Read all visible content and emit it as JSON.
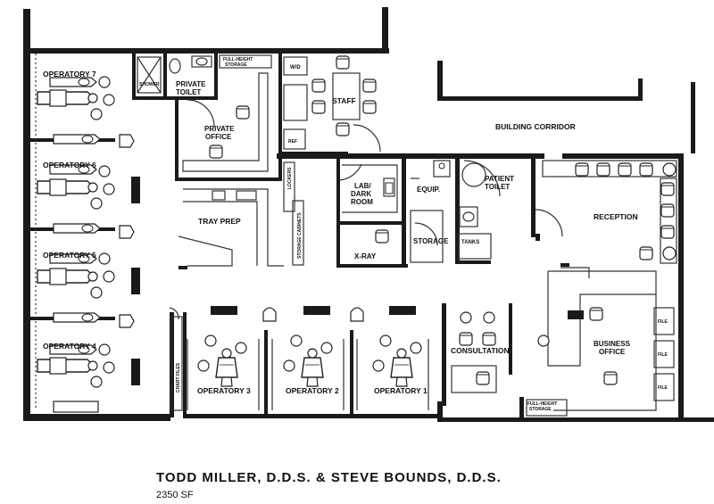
{
  "title": "TODD MILLER, D.D.S. & STEVE BOUNDS, D.D.S.",
  "area": "2350 SF",
  "labels": {
    "operatory_7": "OPERATORY 7",
    "operatory_6": "OPERATORY 6",
    "operatory_5": "OPERATORY 5",
    "operatory_4": "OPERATORY 4",
    "operatory_3": "OPERATORY 3",
    "operatory_2": "OPERATORY 2",
    "operatory_1": "OPERATORY 1",
    "shower": "SHOWER",
    "private_toilet_1": "PRIVATE",
    "private_toilet_2": "TOILET",
    "private_office_1": "PRIVATE",
    "private_office_2": "OFFICE",
    "full_height_storage_1": "FULL-HEIGHT",
    "full_height_storage_2": "STORAGE",
    "wd": "W/D",
    "staff": "STAFF",
    "ref": "REF",
    "building_corridor": "BUILDING CORRIDOR",
    "tray_prep": "TRAY PREP",
    "lockers": "LOCKERS",
    "storage_cabinets": "STORAGE CABINETS",
    "lab_1": "LAB/",
    "lab_2": "DARK",
    "lab_3": "ROOM",
    "equip": "EQUIP.",
    "patient_toilet_1": "PATIENT",
    "patient_toilet_2": "TOILET",
    "xray": "X-RAY",
    "storage": "STORAGE",
    "tanks": "TANKS",
    "reception": "RECEPTION",
    "consultation": "CONSULTATION",
    "business_1": "BUSINESS",
    "business_2": "OFFICE",
    "chart_files": "CHART FILES",
    "file": "FILE",
    "full_height_storage_b1": "FULL-HEIGHT",
    "full_height_storage_b2": "STORAGE"
  },
  "colors": {
    "wall": "#1a1a1a",
    "line": "#333333",
    "background": "#ffffff"
  }
}
